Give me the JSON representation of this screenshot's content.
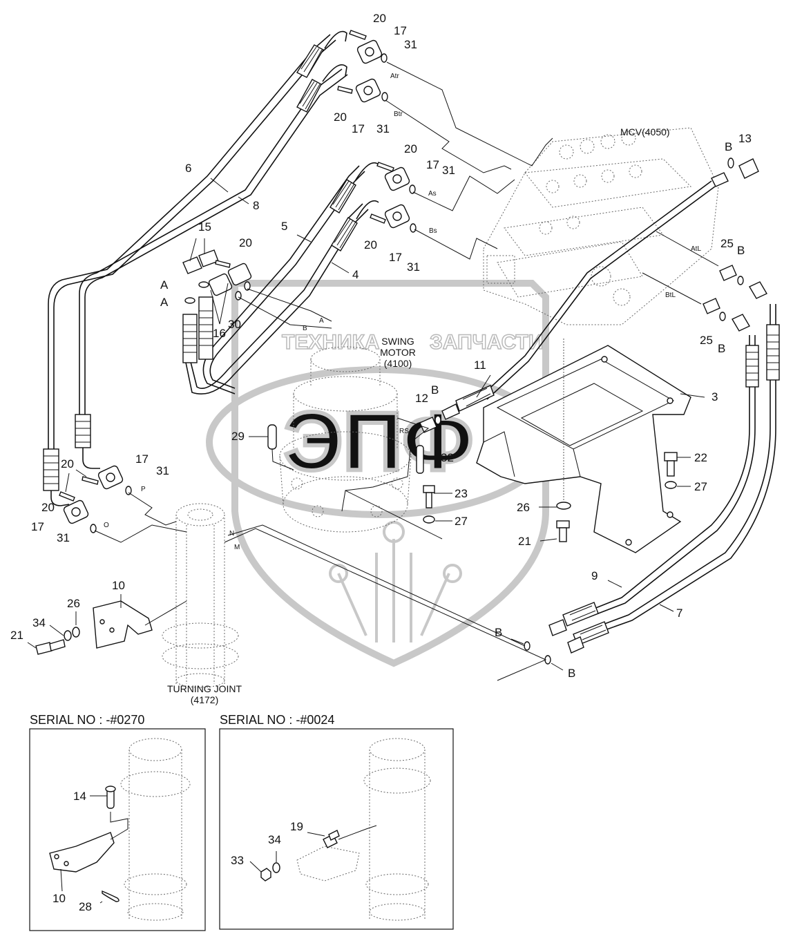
{
  "references": {
    "mcv": "MCV(4050)",
    "swing_motor": [
      "SWING",
      "MOTOR",
      "(4100)"
    ],
    "turning_joint": [
      "TURNING JOINT",
      "(4172)"
    ]
  },
  "watermark": {
    "left": "ТЕХНИКА",
    "right": "ЗАПЧАСТИ",
    "logo": "ЭПФ"
  },
  "ports": [
    "Atr",
    "Btr",
    "As",
    "Bs",
    "AtL",
    "BtL",
    "A",
    "B",
    "RS",
    "P",
    "O",
    "N",
    "M"
  ],
  "callouts": [
    "20",
    "17",
    "31",
    "20",
    "17",
    "31",
    "20",
    "17",
    "31",
    "20",
    "17",
    "31",
    "6",
    "8",
    "5",
    "4",
    "15",
    "20",
    "A",
    "A",
    "16",
    "30",
    "11",
    "3",
    "12",
    "B",
    "29",
    "32",
    "23",
    "27",
    "26",
    "21",
    "22",
    "27",
    "13",
    "B",
    "25",
    "B",
    "25",
    "B",
    "20",
    "17",
    "31",
    "20",
    "17",
    "31",
    "10",
    "26",
    "34",
    "21",
    "9",
    "7",
    "B",
    "B"
  ],
  "insets": [
    {
      "title": "SERIAL NO : -#0270",
      "callouts": [
        "14",
        "10",
        "28"
      ]
    },
    {
      "title": "SERIAL NO : -#0024",
      "callouts": [
        "19",
        "34",
        "33"
      ]
    }
  ]
}
